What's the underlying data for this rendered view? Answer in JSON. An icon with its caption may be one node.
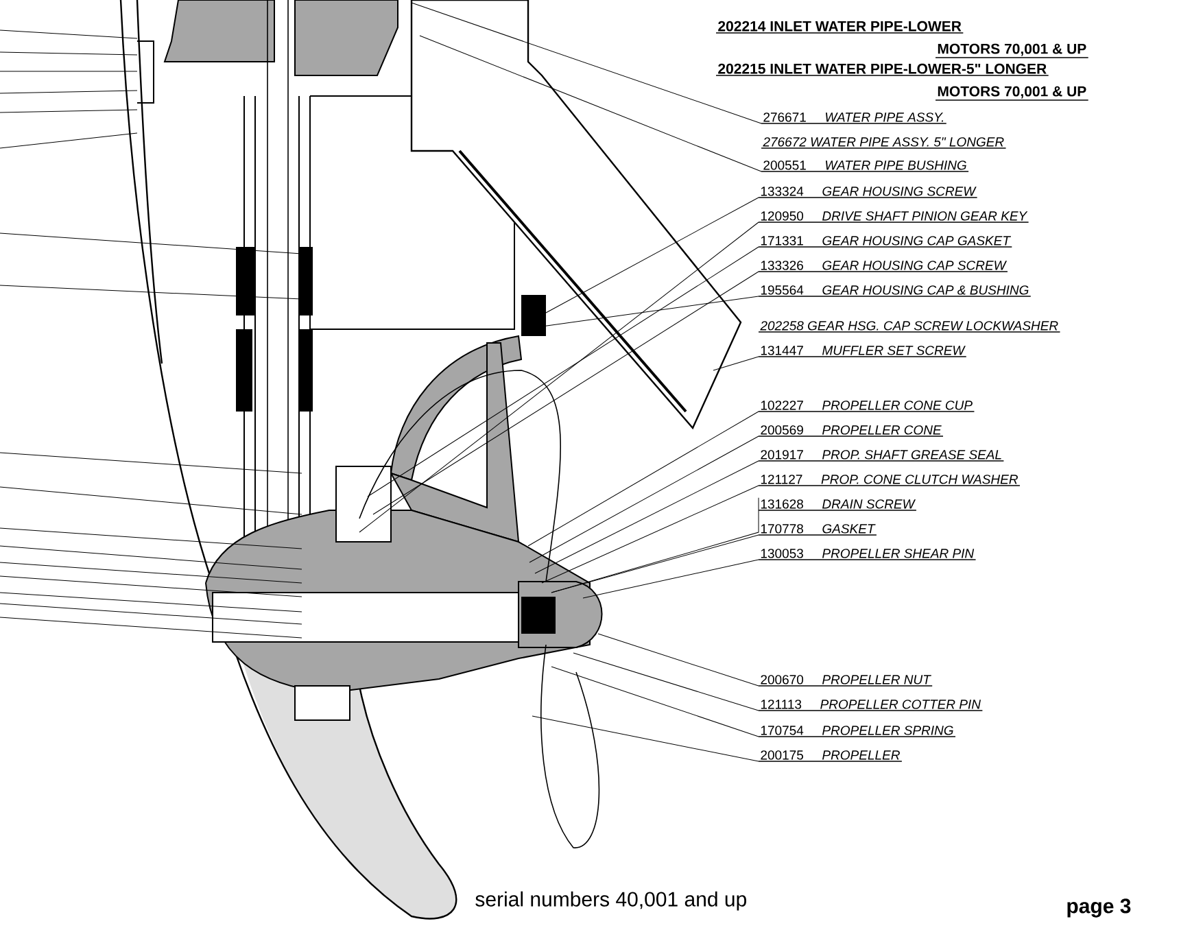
{
  "diagram": {
    "nodes": [
      {
        "text": [
          "276671",
          "WATER PIPE ASSY."
        ]
      },
      {
        "text": [
          "200551",
          "WATER PIPE BUSHING"
        ]
      },
      {
        "text": [
          "133324",
          "GEAR HOUSING SCREW"
        ]
      },
      {
        "text": [
          "120950",
          "DRIVE SHAFT PINION GEAR KEY"
        ]
      },
      {
        "text": [
          "171331",
          "GEAR HOUSING CAP GASKET"
        ]
      },
      {
        "text": [
          "133326",
          "GEAR HOUSING CAP SCREW"
        ]
      },
      {
        "text": [
          "195564",
          "GEAR HOUSING CAP & BUSHING"
        ]
      },
      {
        "text": [
          "131447",
          "MUFFLER SET SCREW"
        ]
      },
      {
        "text": [
          "102227",
          "PROPELLER CONE CUP"
        ]
      },
      {
        "text": [
          "200569",
          "PROPELLER CONE"
        ]
      },
      {
        "text": [
          "201917",
          "PROP. SHAFT GREASE SEAL"
        ]
      },
      {
        "text": [
          "121127",
          "PROP. CONE CLUTCH WASHER"
        ]
      },
      {
        "text": [
          "131628",
          "DRAIN SCREW"
        ]
      },
      {
        "text": [
          "170778",
          "GASKET"
        ]
      },
      {
        "text": [
          "130053",
          "PROPELLER SHEAR PIN"
        ]
      },
      {
        "text": [
          "200670",
          "PROPELLER NUT"
        ]
      },
      {
        "text": [
          "121113",
          "PROPELLER COTTER PIN"
        ]
      },
      {
        "text": [
          "170754",
          "PROPELLER SPRING"
        ]
      },
      {
        "text": [
          "200175",
          "PROPELLER"
        ]
      }
    ],
    "edges": [
      {
        "from": 0,
        "to": null,
        "arrow": "none"
      },
      {
        "from": 1,
        "to": null,
        "arrow": "none"
      },
      {
        "from": 2,
        "to": null,
        "arrow": "none"
      },
      {
        "from": 3,
        "to": null,
        "arrow": "none"
      },
      {
        "from": 4,
        "to": null,
        "arrow": "none"
      },
      {
        "from": 5,
        "to": null,
        "arrow": "none"
      },
      {
        "from": 6,
        "to": null,
        "arrow": "none"
      },
      {
        "from": 7,
        "to": null,
        "arrow": "none"
      },
      {
        "from": 8,
        "to": null,
        "arrow": "none"
      },
      {
        "from": 9,
        "to": null,
        "arrow": "none"
      },
      {
        "from": 10,
        "to": null,
        "arrow": "none"
      },
      {
        "from": 11,
        "to": null,
        "arrow": "none"
      },
      {
        "from": 12,
        "to": null,
        "arrow": "none"
      },
      {
        "from": 13,
        "to": null,
        "arrow": "none"
      },
      {
        "from": 14,
        "to": null,
        "arrow": "none"
      },
      {
        "from": 15,
        "to": null,
        "arrow": "none"
      },
      {
        "from": 16,
        "to": null,
        "arrow": "none"
      },
      {
        "from": 17,
        "to": null,
        "arrow": "none"
      },
      {
        "from": 18,
        "to": null,
        "arrow": "none"
      }
    ],
    "labels": [
      "202214 INLET WATER PIPE-LOWER",
      "MOTORS 70,001 & UP",
      "202215 INLET WATER PIPE-LOWER-5\" LONGER",
      "MOTORS 70,001 & UP",
      "276672 WATER PIPE ASSY. 5\" LONGER",
      "202258 GEAR HSG. CAP SCREW LOCKWASHER",
      "serial numbers 40,001 and up",
      "page 3"
    ]
  }
}
